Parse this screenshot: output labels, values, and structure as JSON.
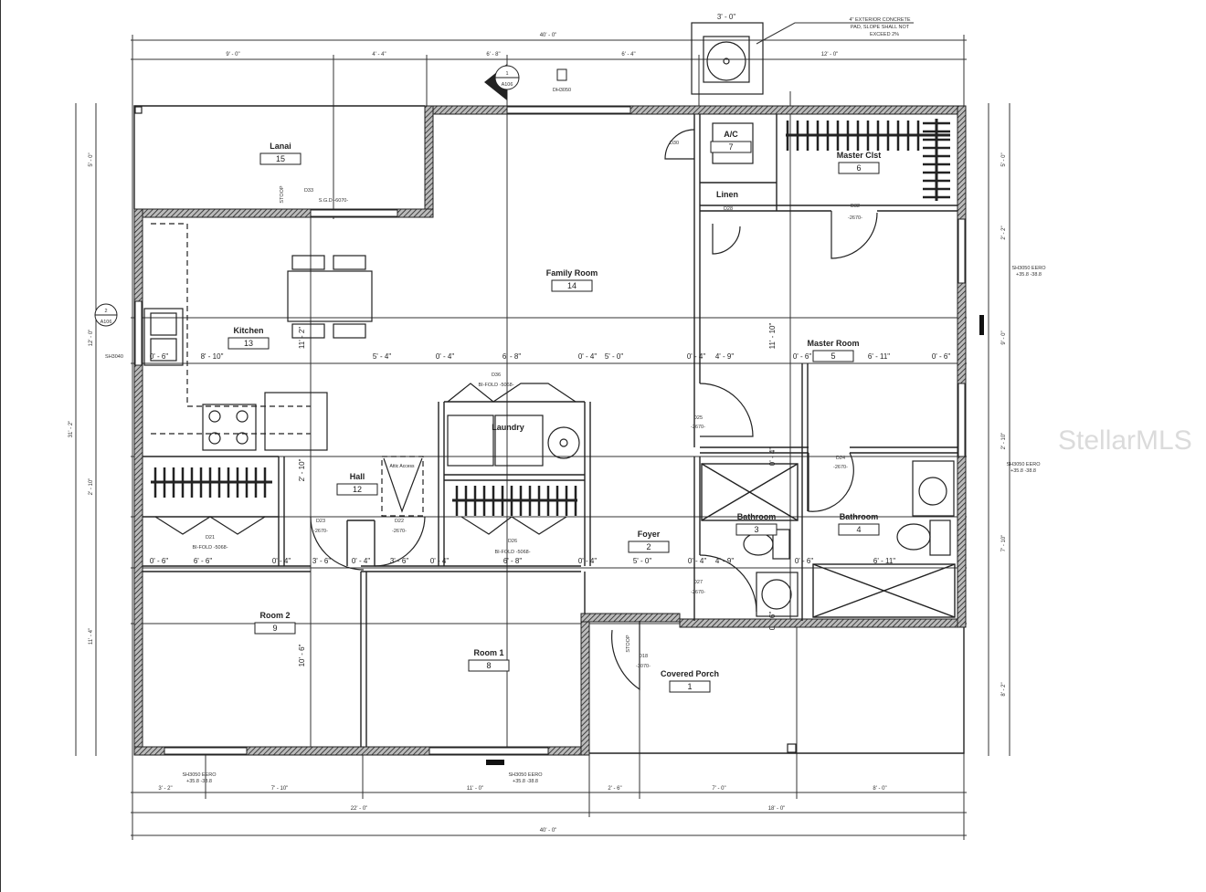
{
  "rooms": {
    "lanai": {
      "name": "Lanai",
      "number": "15"
    },
    "family_room": {
      "name": "Family Room",
      "number": "14"
    },
    "kitchen": {
      "name": "Kitchen",
      "number": "13",
      "dim": "8' - 10\""
    },
    "master_clst": {
      "name": "Master Clst",
      "number": "6"
    },
    "ac": {
      "name": "A/C",
      "number": "7"
    },
    "linen": {
      "name": "Linen"
    },
    "master_room": {
      "name": "Master Room",
      "number": "5"
    },
    "laundry": {
      "name": "Laundry"
    },
    "hall": {
      "name": "Hall",
      "number": "12"
    },
    "attic": {
      "name": "Attic Access"
    },
    "bathroom3": {
      "name": "Bathroom",
      "number": "3"
    },
    "bathroom4": {
      "name": "Bathroom",
      "number": "4"
    },
    "foyer": {
      "name": "Foyer",
      "number": "2"
    },
    "room2": {
      "name": "Room 2",
      "number": "9"
    },
    "room1": {
      "name": "Room 1",
      "number": "8"
    },
    "porch": {
      "name": "Covered Porch",
      "number": "1"
    }
  },
  "notes": {
    "pad_line1": "4\" EXTERIOR CONCRETE",
    "pad_line2": "PAD, SLOPE SHALL NOT",
    "pad_line3": "EXCEED 2%",
    "pad_dim": "3' - 0\"",
    "stoop": "STOOP",
    "section_tag_top": "A106",
    "section_tag_left": "A106",
    "section_num": "1",
    "section_num_left": "2"
  },
  "doors": {
    "sgd": "S.G.D -6070-",
    "d33": "D33",
    "d30": "D30",
    "d28": "D28",
    "d32": "D32",
    "d36": "D36",
    "bifold1": "BI-FOLD -5068-",
    "d25": "D25",
    "d24": "D24",
    "d23": "D23",
    "d22": "D22",
    "d21": "D21",
    "bifold2": "BI-FOLD -5068-",
    "d26": "D26",
    "bifold3": "BI-FOLD -5068-",
    "d27": "D27",
    "d18": "D18",
    "door2670": "-2670-",
    "door3070": "-3070-"
  },
  "windows": {
    "top": "DH3050",
    "right1": "SH3050 EERO",
    "right1b": "+35.8 -38.8",
    "right2": "SH3050 EERO",
    "right2b": "+35.8 -38.8",
    "bottom1": "SH3050 EERO",
    "bottom1b": "+35.8 -38.8",
    "bottom2": "SH3050 EERO",
    "bottom2b": "+35.8 -38.8",
    "left": "SH3040"
  },
  "dimensions": {
    "top_overall": "40' - 0\"",
    "top": [
      "9' - 0\"",
      "4' - 4\"",
      "6' - 8\"",
      "6' - 4\"",
      "12' - 0\""
    ],
    "bottom": [
      "3' - 2\"",
      "7' - 10\"",
      "11' - 0\"",
      "2' - 6\"",
      "7' - 0\"",
      "8' - 0\""
    ],
    "bottom_mid": [
      "22' - 0\"",
      "18' - 0\""
    ],
    "bottom_overall": "40' - 0\"",
    "left": [
      "5' - 0\"",
      "12' - 0\"",
      "2' - 10\"",
      "11' - 4\""
    ],
    "left_overall": "31' - 2\"",
    "right": [
      "5' - 0\"",
      "2' - 2\"",
      "9' - 0\"",
      "2' - 10\"",
      "7' - 10\"",
      "8' - 2\""
    ],
    "row_upper": [
      "0' - 6\"",
      "5' - 4\"",
      "0' - 4\"",
      "6' - 8\"",
      "0' - 4\"",
      "5' - 0\"",
      "0' - 4\"",
      "4' - 9\"",
      "0' - 6\"",
      "6' - 11\"",
      "0' - 6\""
    ],
    "row_lower": [
      "0' - 6\"",
      "6' - 6\"",
      "0' - 4\"",
      "3' - 6\"",
      "0' - 4\"",
      "3' - 6\"",
      "0' - 4\"",
      "6' - 8\"",
      "0' - 4\"",
      "5' - 0\"",
      "0' - 4\"",
      "4' - 9\"",
      "0' - 6\"",
      "6' - 11\""
    ],
    "vertical_inner": [
      "11' - 2\"",
      "11' - 10\"",
      "10' - 6\"",
      "2' - 10\"",
      "0' - 4\"",
      "0' - 6\""
    ]
  },
  "watermark": "StellarMLS"
}
